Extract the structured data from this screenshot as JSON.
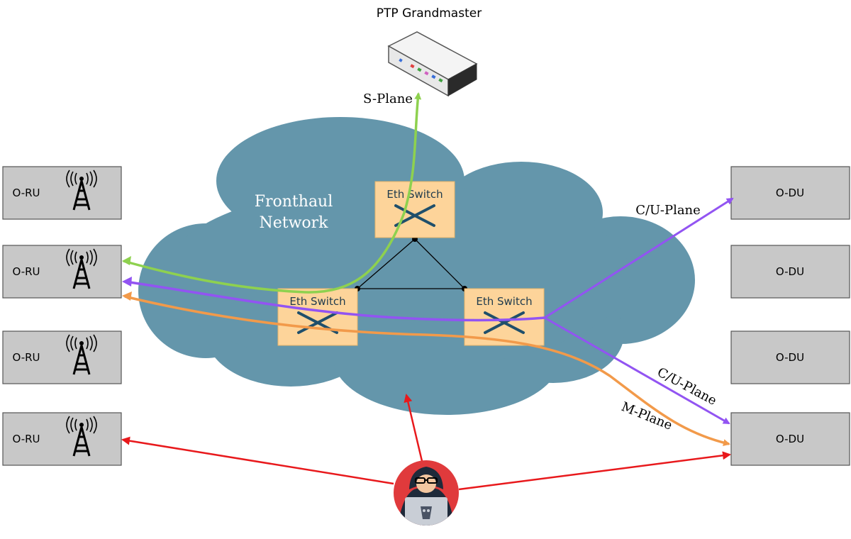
{
  "title": "PTP Grandmaster",
  "cloud_label_line1": "Fronthaul",
  "cloud_label_line2": "Network",
  "switches": [
    {
      "label": "Eth Switch"
    },
    {
      "label": "Eth Switch"
    },
    {
      "label": "Eth Switch"
    }
  ],
  "radio_units": [
    {
      "label": "O-RU"
    },
    {
      "label": "O-RU"
    },
    {
      "label": "O-RU"
    },
    {
      "label": "O-RU"
    }
  ],
  "distributed_units": [
    {
      "label": "O-DU"
    },
    {
      "label": "O-DU"
    },
    {
      "label": "O-DU"
    },
    {
      "label": "O-DU"
    }
  ],
  "plane_labels": {
    "s_plane": "S-Plane",
    "cu_plane_upper": "C/U-Plane",
    "cu_plane_lower": "C/U-Plane",
    "m_plane": "M-Plane"
  },
  "colors": {
    "cloud": "#6496ab",
    "switch_fill": "#fdd49a",
    "box_fill": "#c8c8c8",
    "s_plane": "#8ed14f",
    "cu_plane": "#9254f2",
    "m_plane": "#f29a4a",
    "attack": "#e8191c",
    "attacker_bg": "#e03a3c"
  },
  "icons": [
    "antenna-tower-icon",
    "grandmaster-server-icon",
    "hacker-avatar-icon",
    "switch-cross-icon"
  ]
}
